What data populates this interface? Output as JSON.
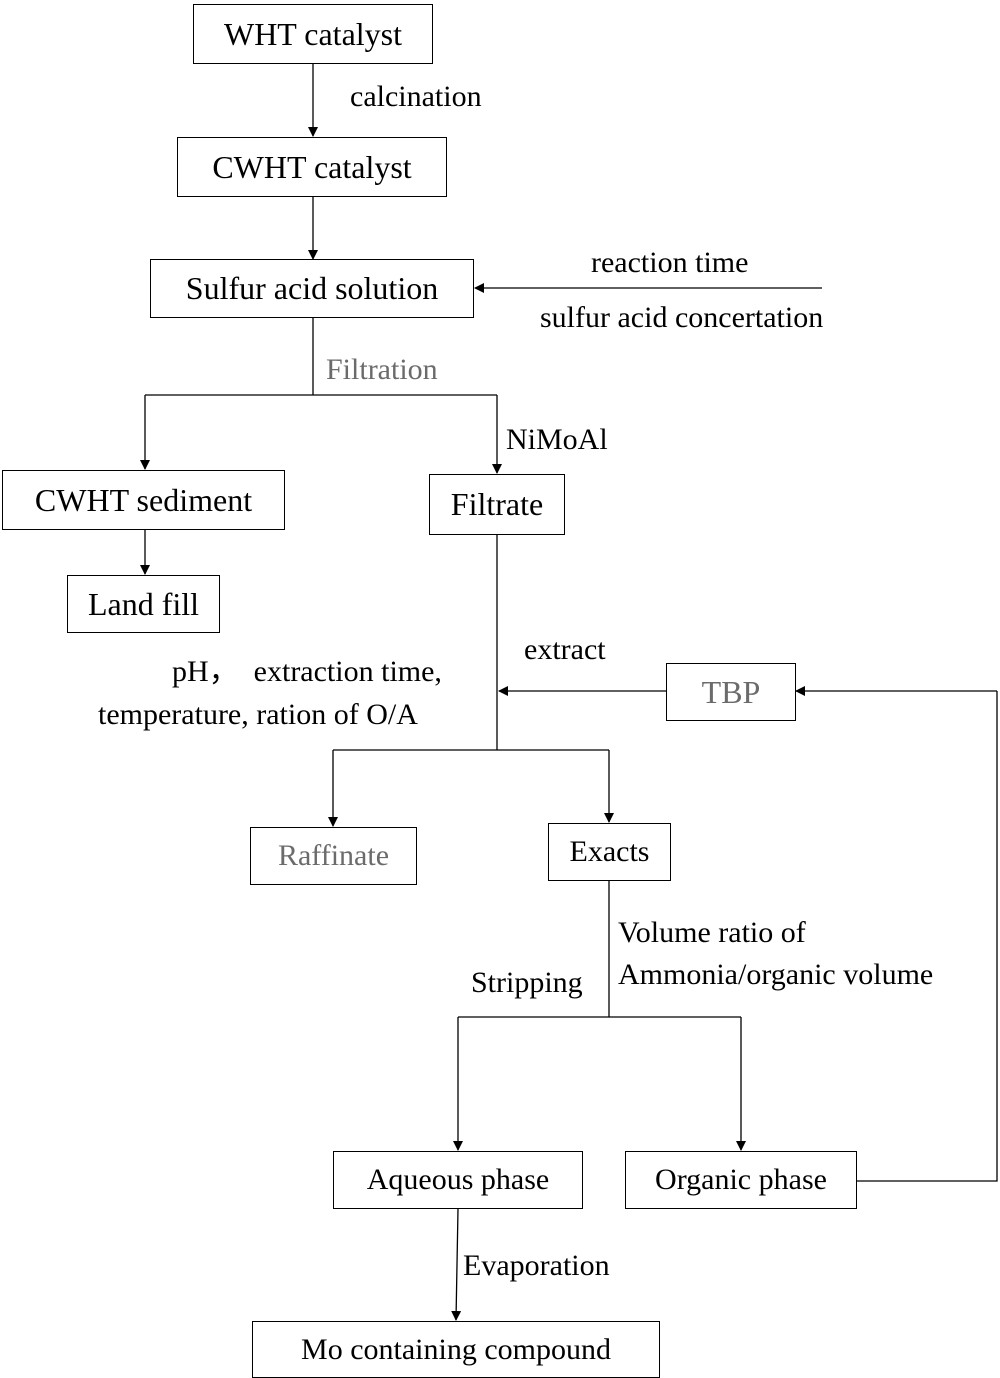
{
  "nodes": {
    "wht_catalyst": "WHT catalyst",
    "cwht_catalyst": "CWHT catalyst",
    "sulfur_acid_solution": "Sulfur acid solution",
    "cwht_sediment": "CWHT sediment",
    "land_fill": "Land fill",
    "filtrate": "Filtrate",
    "tbp": "TBP",
    "raffinate": "Raffinate",
    "exacts": "Exacts",
    "aqueous_phase": "Aqueous phase",
    "organic_phase": "Organic phase",
    "mo_compound": "Mo containing compound"
  },
  "labels": {
    "calcination": "calcination",
    "reaction_time": "reaction time",
    "sulfur_acid_concentration": "sulfur acid concertation",
    "filtration": "Filtration",
    "nimoal": "NiMoAl",
    "extract": "extract",
    "conditions_line1": "pH，  extraction time,",
    "conditions_line2": "temperature, ration of O/A",
    "volume_ratio_line1": "Volume ratio of",
    "volume_ratio_line2": "Ammonia/organic volume",
    "stripping": "Stripping",
    "evaporation": "Evaporation"
  },
  "colors": {
    "line": "#000000",
    "box_border": "#000000",
    "muted_text": "#6b6b6b"
  }
}
